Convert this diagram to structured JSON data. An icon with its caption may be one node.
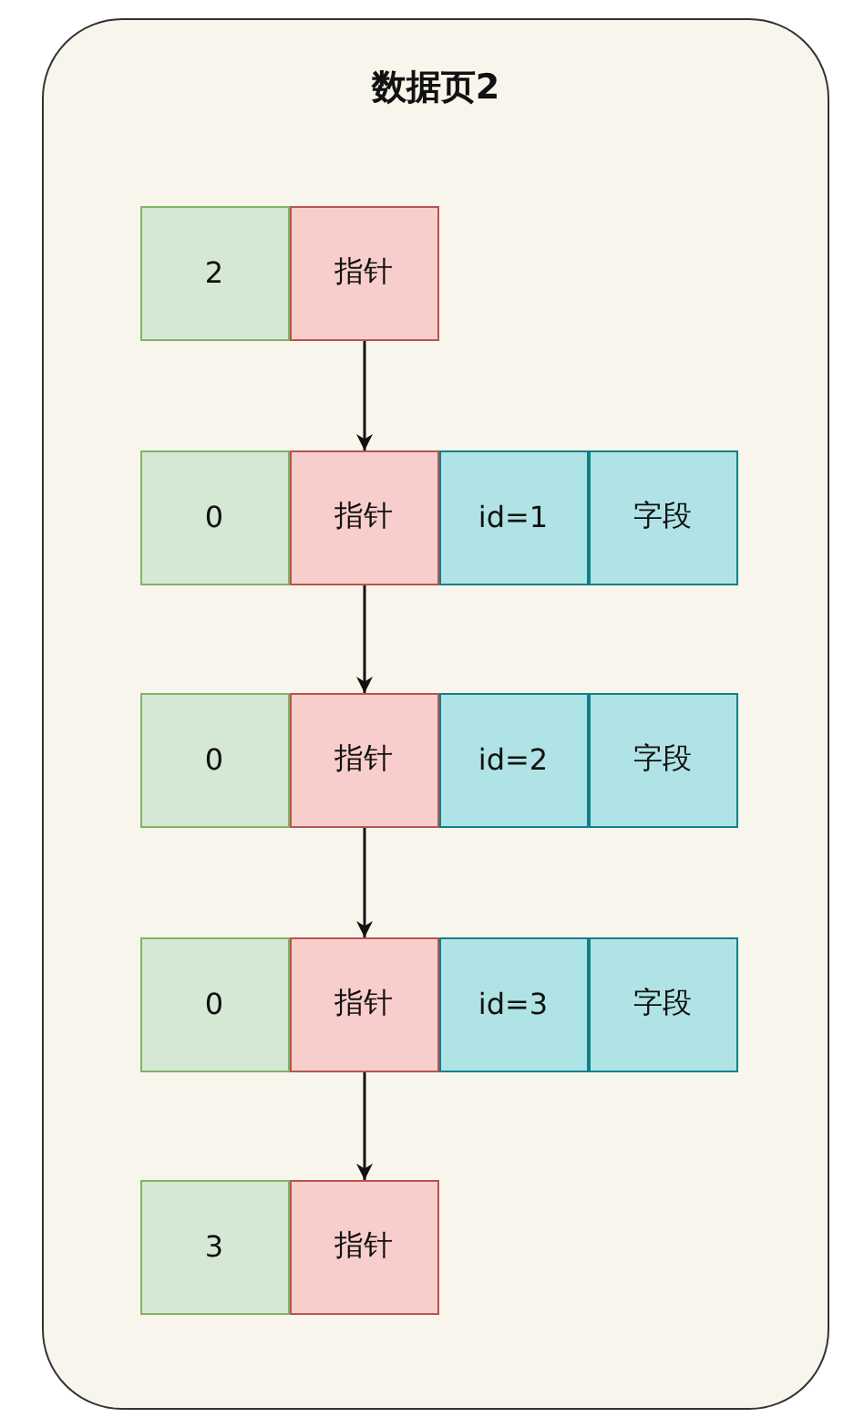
{
  "diagram": {
    "nodes": [
      {
        "text": [
          "数据页2"
        ]
      },
      {
        "text": [
          "2"
        ],
        "in": 0
      },
      {
        "text": [
          "指针"
        ],
        "in": 0
      },
      {
        "text": [
          "0"
        ],
        "in": 0
      },
      {
        "text": [
          "指针"
        ],
        "in": 0
      },
      {
        "text": [
          "id=1"
        ],
        "in": 0
      },
      {
        "text": [
          "字段"
        ],
        "in": 0
      },
      {
        "text": [
          "0"
        ],
        "in": 0
      },
      {
        "text": [
          "指针"
        ],
        "in": 0
      },
      {
        "text": [
          "id=2"
        ],
        "in": 0
      },
      {
        "text": [
          "字段"
        ],
        "in": 0
      },
      {
        "text": [
          "0"
        ],
        "in": 0
      },
      {
        "text": [
          "指针"
        ],
        "in": 0
      },
      {
        "text": [
          "id=3"
        ],
        "in": 0
      },
      {
        "text": [
          "字段"
        ],
        "in": 0
      },
      {
        "text": [
          "3"
        ],
        "in": 0
      },
      {
        "text": [
          "指针"
        ],
        "in": 0
      }
    ],
    "edges": [
      {
        "from": 2,
        "to": 4,
        "arrow": "to"
      },
      {
        "from": 4,
        "to": 8,
        "arrow": "to"
      },
      {
        "from": 8,
        "to": 12,
        "arrow": "to"
      },
      {
        "from": 12,
        "to": 16,
        "arrow": "to"
      }
    ]
  }
}
